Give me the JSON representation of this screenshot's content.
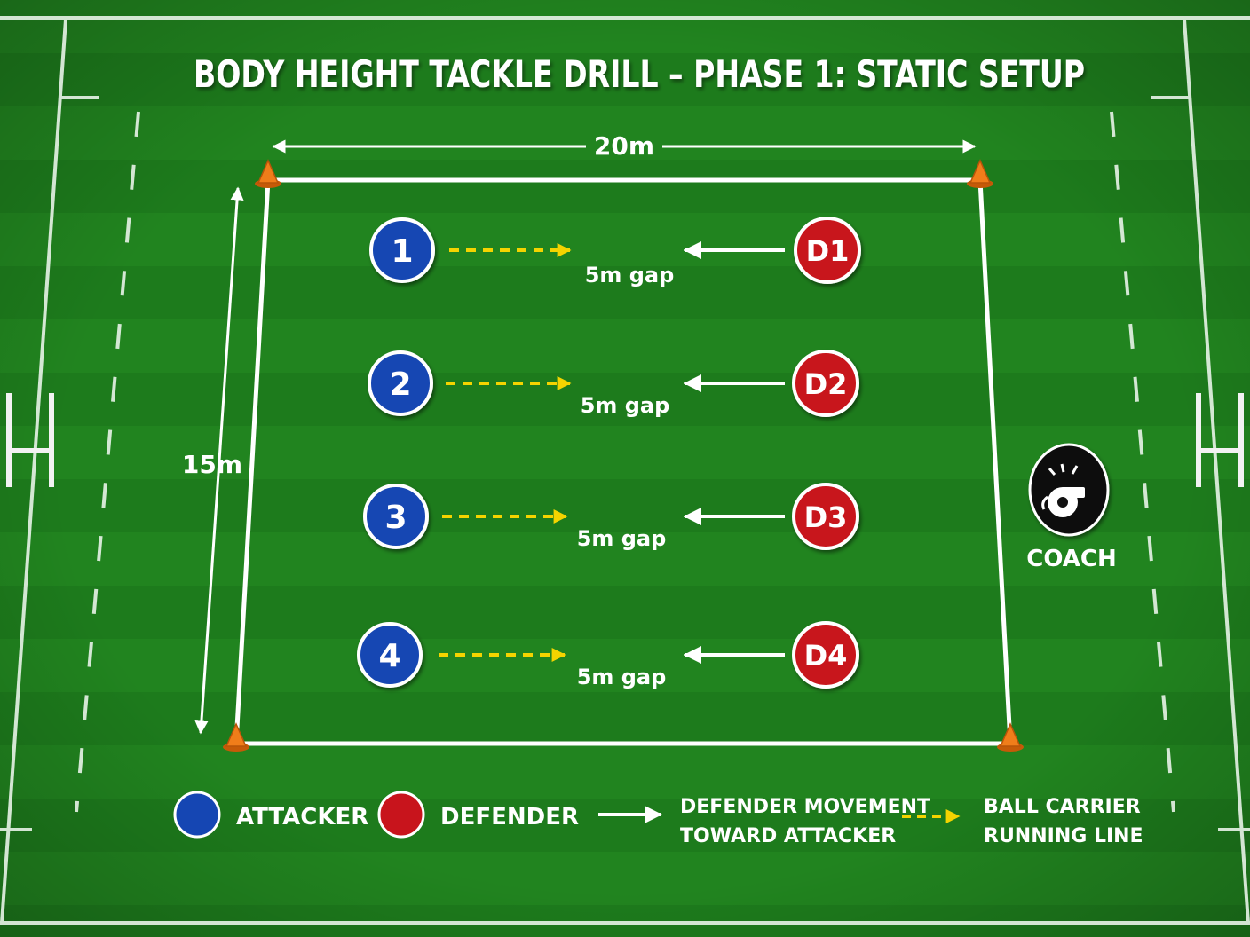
{
  "title": "BODY HEIGHT TACKLE DRILL – PHASE 1: STATIC SETUP",
  "dimensions": {
    "width_label": "20m",
    "height_label": "15m"
  },
  "pairs": [
    {
      "attacker": "1",
      "defender": "D1",
      "gap_label": "5m gap"
    },
    {
      "attacker": "2",
      "defender": "D2",
      "gap_label": "5m gap"
    },
    {
      "attacker": "3",
      "defender": "D3",
      "gap_label": "5m gap"
    },
    {
      "attacker": "4",
      "defender": "D4",
      "gap_label": "5m gap"
    }
  ],
  "coach": {
    "label": "COACH",
    "icon": "whistle-icon"
  },
  "legend": {
    "attacker": "ATTACKER",
    "defender": "DEFENDER",
    "defender_movement_line1": "DEFENDER MOVEMENT",
    "defender_movement_line2": "TOWARD ATTACKER",
    "ball_carrier_line1": "BALL CARRIER",
    "ball_carrier_line2": "RUNNING LINE"
  },
  "colors": {
    "grass": "#1f7f1f",
    "attacker": "#1546b3",
    "defender": "#c8141c",
    "cone": "#f07d1a",
    "ball_carrier_line": "#f4d400",
    "coach_badge": "#111111"
  }
}
